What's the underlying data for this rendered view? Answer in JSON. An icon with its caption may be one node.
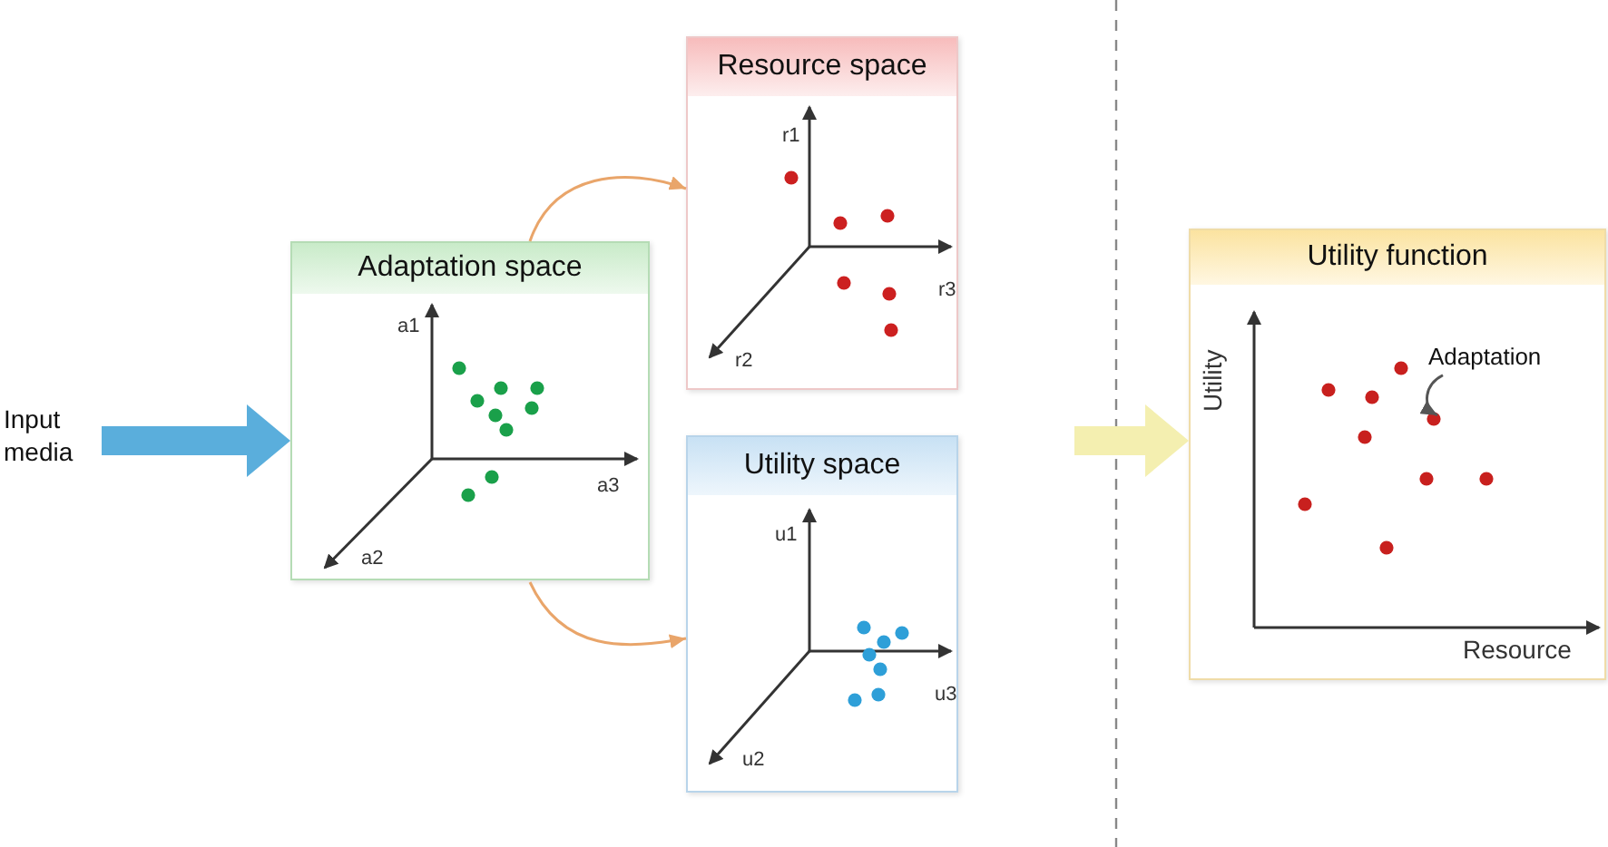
{
  "diagram": {
    "nodes": [
      {
        "text": [
          "Input media"
        ]
      },
      {
        "text": [
          "Adaptation space"
        ]
      },
      {
        "text": [
          "Resource space"
        ]
      },
      {
        "text": [
          "Utility space"
        ]
      },
      {
        "text": [
          "Utility function"
        ]
      },
      {
        "text": [
          "Adaptation"
        ],
        "in": 4
      }
    ],
    "edges": [
      {
        "from": 0,
        "to": 1,
        "arrow": "to",
        "style": "thick",
        "color": "#5aaedc"
      },
      {
        "from": 1,
        "to": 2,
        "arrow": "to",
        "color": "#e9a56a"
      },
      {
        "from": 1,
        "to": 3,
        "arrow": "to",
        "color": "#e9a56a"
      },
      {
        "from": null,
        "to": 4,
        "arrow": "to",
        "style": "thick",
        "color": "#f4efb0"
      },
      {
        "from": 5,
        "to": null,
        "arrow": "to",
        "color": "#555555"
      }
    ],
    "labels": [
      "r1",
      "r3",
      "r2",
      "a1",
      "a3",
      "a2",
      "u1",
      "u3",
      "u2",
      "Utility",
      "Resource"
    ]
  }
}
